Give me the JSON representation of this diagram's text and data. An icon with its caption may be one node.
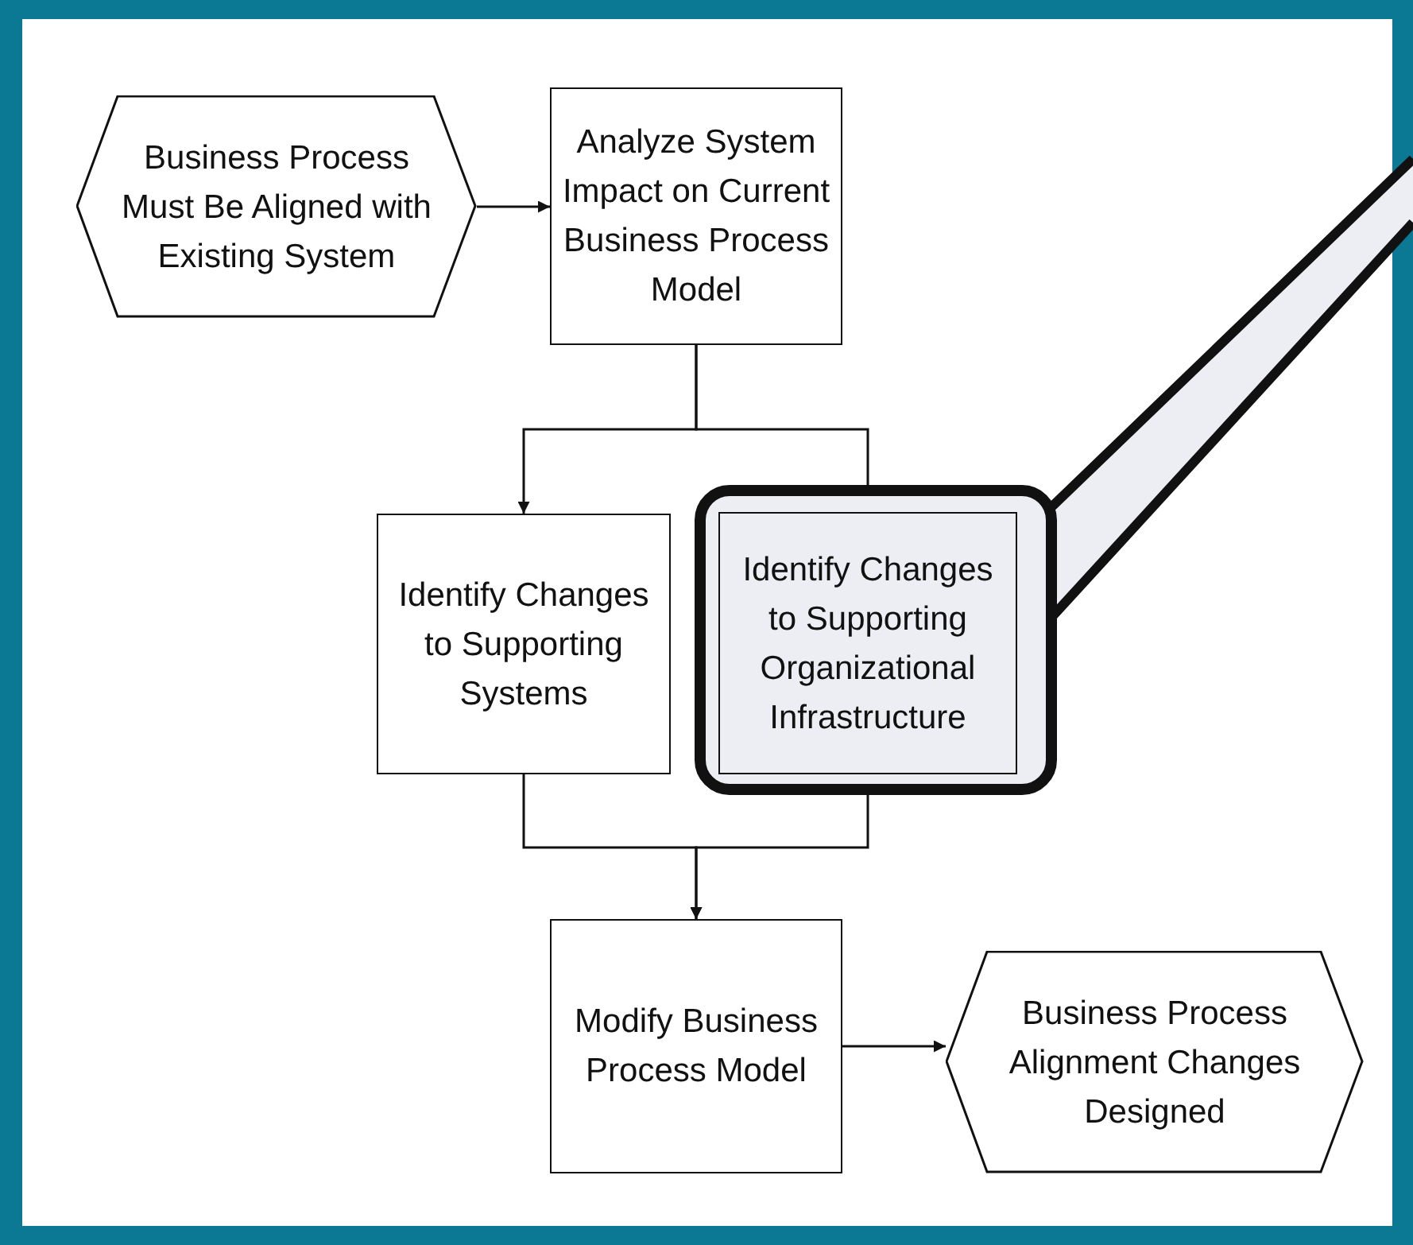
{
  "diagram": {
    "nodes": [
      {
        "text": [
          "Business Process Must Be Aligned with Existing System"
        ]
      },
      {
        "text": [
          "Analyze System Impact on Current Business Process Model"
        ]
      },
      {
        "text": [
          "Identify Changes to Supporting Systems"
        ]
      },
      {
        "text": [],
        "shape": "box"
      },
      {
        "text": [
          "Identify Changes to Supporting Organizational Infrastructure"
        ],
        "in": 3
      },
      {
        "text": [
          "Modify Business Process Model"
        ]
      },
      {
        "text": [
          "Business Process Alignment Changes Designed"
        ]
      }
    ],
    "edges": [
      {
        "from": 0,
        "to": 1,
        "arrow": "to"
      },
      {
        "from": 1,
        "to": 2,
        "arrow": "to"
      },
      {
        "from": 1,
        "to": 4,
        "arrow": "to"
      },
      {
        "from": 2,
        "to": 5,
        "arrow": "to"
      },
      {
        "from": 4,
        "to": 5,
        "arrow": "to"
      },
      {
        "from": 5,
        "to": 6,
        "arrow": "to"
      }
    ]
  }
}
